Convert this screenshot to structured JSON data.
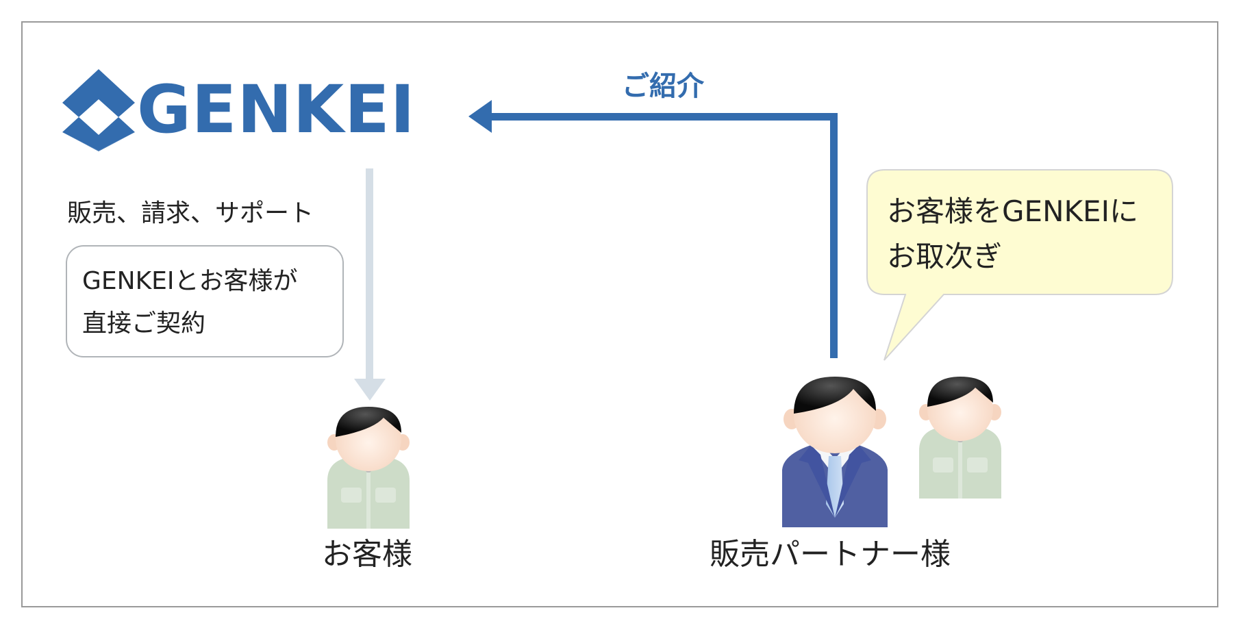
{
  "logo": {
    "brand": "GENKEI",
    "icon": "genkei-diamond-logo-icon",
    "color": "#336cae"
  },
  "referral_arrow": {
    "label": "ご紹介",
    "color": "#336cae",
    "direction": "partner-to-genkei"
  },
  "direct_arrow": {
    "color": "#d5dee6",
    "direction": "genkei-to-customer"
  },
  "left_panel": {
    "services_label": "販売、請求、サポート",
    "contract_box": {
      "line1": "GENKEIとお客様が",
      "line2": "直接ご契約"
    }
  },
  "speech_bubble": {
    "line1": "お客様をGENKEIに",
    "line2": "お取次ぎ",
    "background": "#fefcd2"
  },
  "customer": {
    "label": "お客様",
    "icon": "worker-person-icon"
  },
  "partner": {
    "label": "販売パートナー様",
    "icons": [
      "businessman-person-icon",
      "worker-person-icon"
    ]
  }
}
